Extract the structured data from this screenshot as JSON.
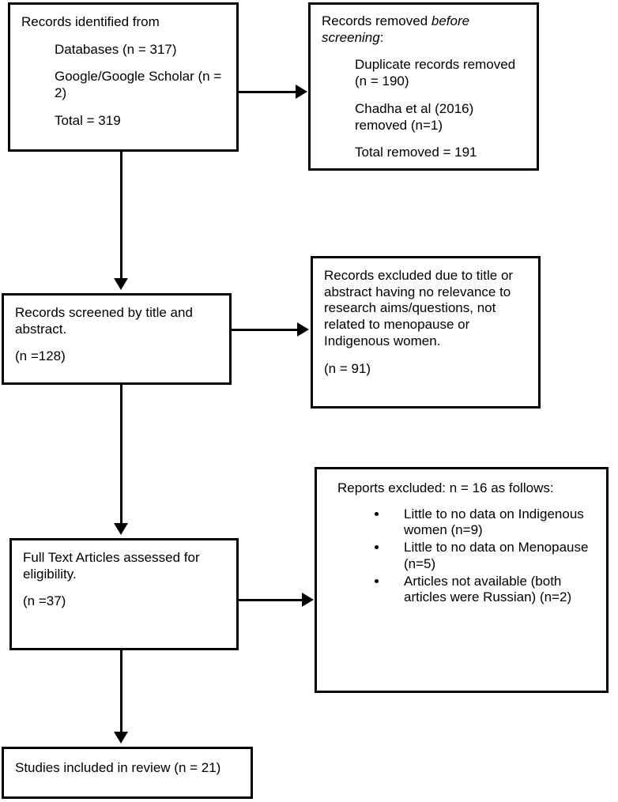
{
  "diagram": {
    "type": "prisma-flow-diagram",
    "title": "PRISMA study selection flow diagram",
    "line_color": "#000000",
    "background_color": "#ffffff",
    "text_color": "#000000"
  },
  "boxes": {
    "identification": {
      "name": "records-identified-box",
      "heading": "Records identified from",
      "lines": [
        "Databases (n = 317)",
        "Google/Google Scholar (n = 2)",
        "Total = 319"
      ]
    },
    "removed_before_screening": {
      "name": "records-removed-before-screening-box",
      "heading_prefix": "Records removed ",
      "heading_italic": "before screening",
      "heading_suffix": ":",
      "lines": [
        "Duplicate records removed (n = 190)",
        "Chadha et al (2016) removed (n=1)",
        "Total removed = 191"
      ]
    },
    "screened": {
      "name": "records-screened-box",
      "lines": [
        "Records screened by title and abstract.",
        "(n =128)"
      ]
    },
    "excluded_screening": {
      "name": "records-excluded-box",
      "lines": [
        "Records excluded due to title or abstract having no relevance to research aims/questions, not related to menopause or Indigenous women.",
        "(n = 91)"
      ]
    },
    "eligibility": {
      "name": "full-text-assessed-box",
      "lines": [
        "Full Text Articles assessed for eligibility.",
        "(n =37)"
      ]
    },
    "reports_excluded": {
      "name": "reports-excluded-box",
      "heading": "Reports excluded: n = 16 as follows:",
      "bullets": [
        "Little to no data on Indigenous women (n=9)",
        "Little to no data on Menopause (n=5)",
        "Articles not available (both articles were Russian) (n=2)"
      ]
    },
    "included": {
      "name": "studies-included-box",
      "lines": [
        "Studies included in review (n = 21)"
      ]
    }
  },
  "connectors": [
    {
      "name": "arrow-identification-to-removed",
      "direction": "right"
    },
    {
      "name": "arrow-identification-to-screened",
      "direction": "down"
    },
    {
      "name": "arrow-screened-to-excluded",
      "direction": "right"
    },
    {
      "name": "arrow-screened-to-eligibility",
      "direction": "down"
    },
    {
      "name": "arrow-eligibility-to-reports-excluded",
      "direction": "right"
    },
    {
      "name": "arrow-eligibility-to-included",
      "direction": "down"
    }
  ],
  "chart_data": {
    "type": "diagram",
    "title": "PRISMA flow of records through the review",
    "stages": [
      {
        "stage": "Records identified from databases",
        "n": 317
      },
      {
        "stage": "Records identified from Google/Google Scholar",
        "n": 2
      },
      {
        "stage": "Total records identified",
        "n": 319
      },
      {
        "stage": "Duplicate records removed",
        "n": 190
      },
      {
        "stage": "Chadha et al (2016) removed",
        "n": 1
      },
      {
        "stage": "Total removed before screening",
        "n": 191
      },
      {
        "stage": "Records screened by title and abstract",
        "n": 128
      },
      {
        "stage": "Records excluded at title/abstract screening",
        "n": 91
      },
      {
        "stage": "Full text articles assessed for eligibility",
        "n": 37
      },
      {
        "stage": "Reports excluded total",
        "n": 16
      },
      {
        "stage": "Excluded: little to no data on Indigenous women",
        "n": 9
      },
      {
        "stage": "Excluded: little to no data on Menopause",
        "n": 5
      },
      {
        "stage": "Excluded: articles not available (both Russian)",
        "n": 2
      },
      {
        "stage": "Studies included in review",
        "n": 21
      }
    ]
  }
}
